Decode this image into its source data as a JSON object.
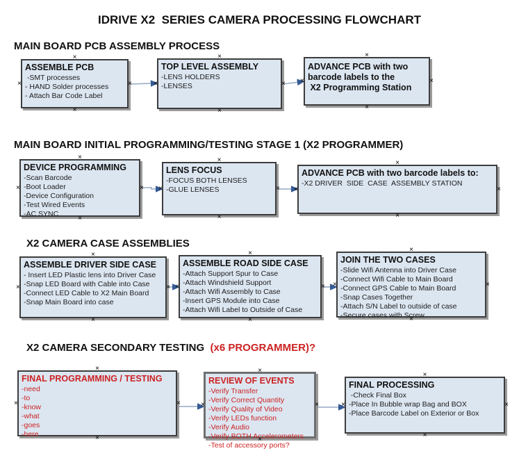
{
  "title": "IDRIVE X2  SERIES CAMERA PROCESSING FLOWCHART",
  "glyphs": {
    "connection_handle": "×"
  },
  "colors": {
    "box_fill": "#dce6f1",
    "box_border": "#3c3c3c",
    "red_text": "#cc2222",
    "arrow_line": "#94a9c4",
    "arrow_head": "#355a95",
    "text": "#1a1a1a"
  },
  "sections": [
    {
      "header": "MAIN BOARD PCB ASSEMBLY PROCESS",
      "header_accent": "",
      "boxes": [
        {
          "title": "ASSEMBLE PCB",
          "items": [
            " -SMT processes",
            "- HAND Solder processes",
            "- Attach Bar Code Label"
          ]
        },
        {
          "title": "TOP LEVEL ASSEMBLY",
          "items": [
            "-LENS HOLDERS",
            "-LENSES"
          ]
        },
        {
          "title": "ADVANCE PCB with two\nbarcode labels to the\n X2 Programming Station",
          "items": []
        }
      ]
    },
    {
      "header": "MAIN BOARD INITIAL PROGRAMMING/TESTING STAGE 1 (X2 PROGRAMMER)",
      "header_accent": "",
      "boxes": [
        {
          "title": "DEVICE PROGRAMMING",
          "items": [
            "-Scan Barcode",
            "-Boot Loader",
            "-Device Configuration",
            "-Test Wired Events",
            "-AC SYNC"
          ]
        },
        {
          "title": "LENS FOCUS",
          "items": [
            "-FOCUS BOTH LENSES",
            "-GLUE LENSES"
          ]
        },
        {
          "title": "ADVANCE PCB with two barcode labels to:",
          "items": [
            "-X2 DRIVER  SIDE  CASE  ASSEMBLY STATION"
          ]
        }
      ]
    },
    {
      "header": "X2 CAMERA CASE ASSEMBLIES",
      "header_accent": "",
      "boxes": [
        {
          "title": "ASSEMBLE DRIVER SIDE CASE",
          "items": [
            "- Insert LED Plastic lens into Driver Case",
            "-Snap LED Board with Cable into Case",
            "-Connect LED Cable to X2 Main Board",
            "-Snap Main Board into case"
          ]
        },
        {
          "title": "ASSEMBLE ROAD SIDE CASE",
          "items": [
            "-Attach Support Spur to Case",
            "-Attach Windshield Support",
            "-Attach Wifi Assembly to Case",
            "-Insert GPS Module into Case",
            "-Attach Wifi Label to Outside of Case"
          ]
        },
        {
          "title": "JOIN THE TWO CASES",
          "items": [
            "-Slide Wifi Antenna into Driver Case",
            "-Connect Wifi Cable to Main Board",
            "-Connect GPS Cable to Main Board",
            "-Snap Cases Together",
            "-Attach S/N Label to outside of case",
            "-Secure cases with Screw"
          ]
        }
      ]
    },
    {
      "header": "X2 CAMERA SECONDARY TESTING  ",
      "header_accent": "(x6 PROGRAMMER)?",
      "boxes": [
        {
          "title": "FINAL PROGRAMMING / TESTING",
          "items": [
            "-need",
            "-to",
            "-know",
            "-what",
            "-goes",
            "-here"
          ]
        },
        {
          "title": "REVIEW OF EVENTS",
          "items": [
            "-Verify Transfer",
            "-Verify Correct Quantity",
            "-Verify Quality of Video",
            "-Verify LEDs function",
            "-Verify Audio",
            "-Verify BOTH Accelerometers",
            "-Test of accessory ports?"
          ]
        },
        {
          "title": "FINAL PROCESSING",
          "items": [
            " -Check Final Box",
            "-Place In Bubble wrap Bag and BOX",
            "-Place Barcode Label on Exterior or Box"
          ]
        }
      ]
    }
  ]
}
